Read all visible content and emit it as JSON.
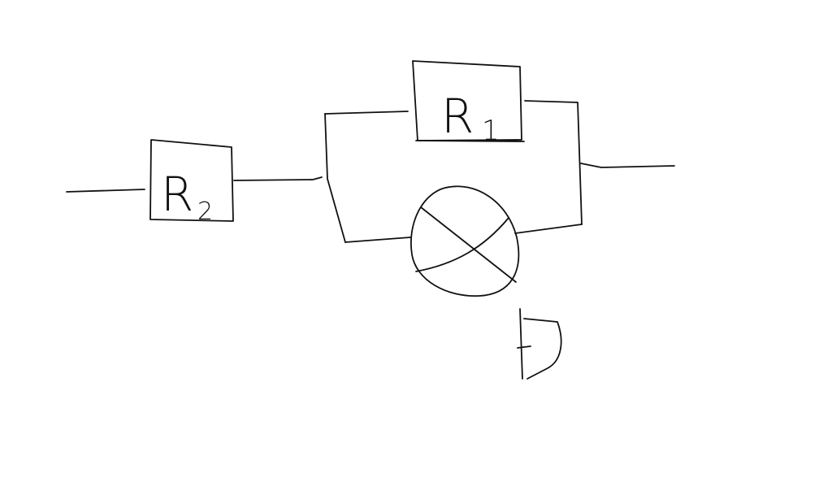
{
  "diagram": {
    "components": {
      "r1": {
        "symbol": "R",
        "subscript": "1"
      },
      "r2": {
        "symbol": "R",
        "subscript": "2"
      },
      "lamp": {
        "symbol": ""
      },
      "letter_d": {
        "text": "D"
      }
    },
    "colors": {
      "background": "#ffffff",
      "ink": "#111111"
    }
  }
}
